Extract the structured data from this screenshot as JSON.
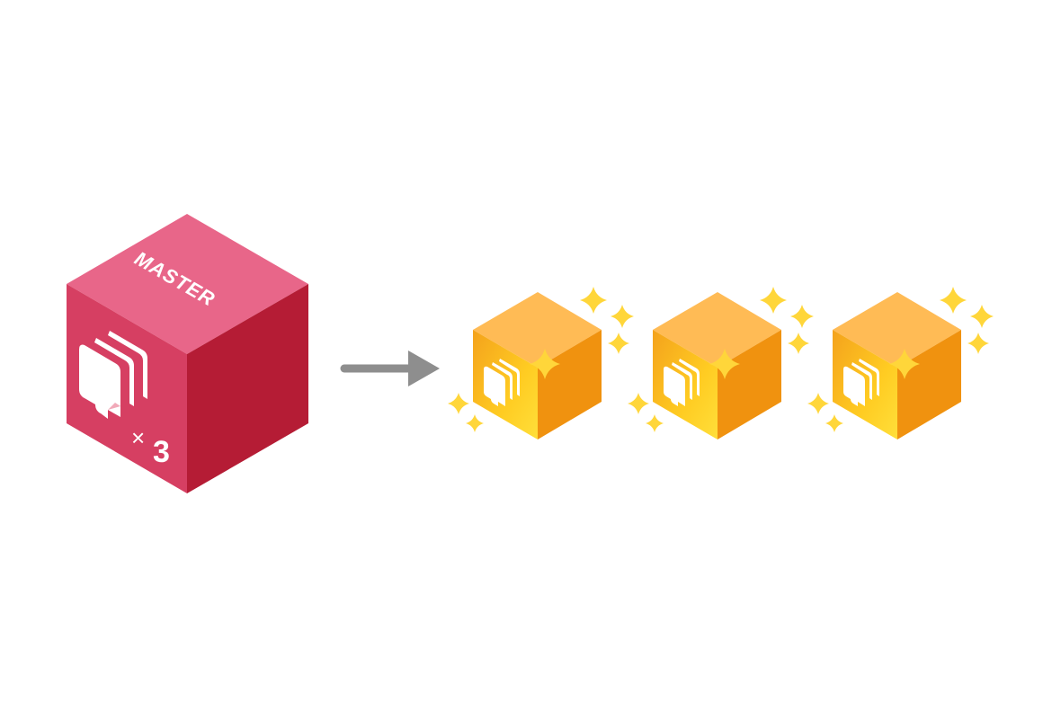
{
  "master": {
    "label": "MASTER",
    "multiplier_symbol": "×",
    "multiplier_count": "3",
    "colors": {
      "top": "#e86689",
      "left": "#d63f62",
      "right": "#b51c35"
    }
  },
  "arrow": {
    "color": "#8e8e8e"
  },
  "copies": {
    "count": 3,
    "colors": {
      "top": "#ffbb55",
      "left": "#ffc533",
      "right": "#f0920f",
      "sparkle": "#ffd63a"
    }
  }
}
